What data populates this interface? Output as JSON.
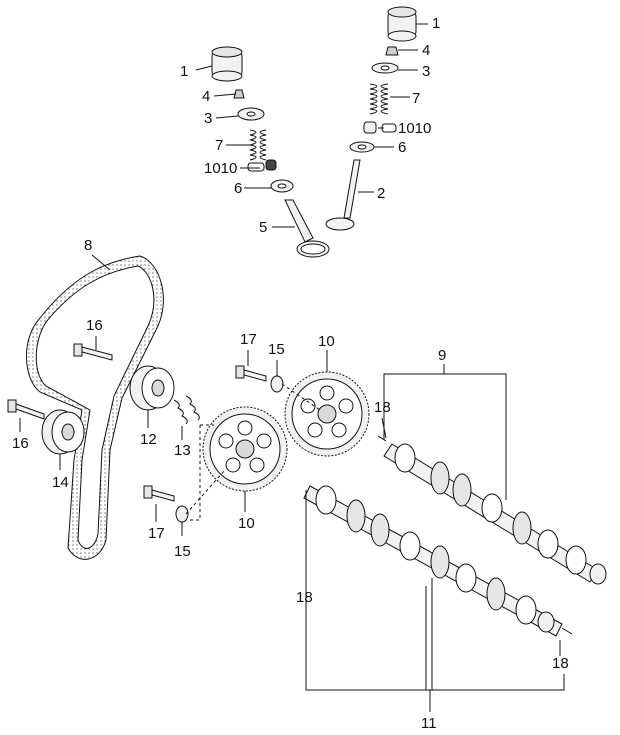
{
  "diagram": {
    "callouts": {
      "c1a": "1",
      "c1b": "1",
      "c2": "2",
      "c3a": "3",
      "c3b": "3",
      "c4a": "4",
      "c4b": "4",
      "c5": "5",
      "c6a": "6",
      "c6b": "6",
      "c7a": "7",
      "c7b": "7",
      "c1010a": "1010",
      "c1010b": "1010",
      "c8": "8",
      "c9": "9",
      "c10a": "10",
      "c10b": "10",
      "c11": "11",
      "c12": "12",
      "c13": "13",
      "c14": "14",
      "c15a": "15",
      "c15b": "15",
      "c16a": "16",
      "c16b": "16",
      "c17a": "17",
      "c17b": "17",
      "c18a": "18",
      "c18b": "18",
      "c18c": "18"
    },
    "colors": {
      "ink": "#111111",
      "fill_light": "#f2f2f2",
      "fill_mid": "#d9d9d9",
      "paper": "#ffffff"
    }
  }
}
